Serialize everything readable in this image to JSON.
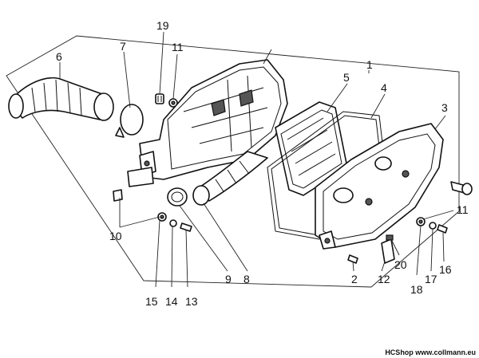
{
  "callouts": {
    "n1": "1",
    "n2": "2",
    "n3": "3",
    "n4": "4",
    "n5": "5",
    "n6": "6",
    "n7": "7",
    "n8": "8",
    "n9": "9",
    "n10": "10",
    "n11a": "11",
    "n11b": "11",
    "n12": "12",
    "n13": "13",
    "n14": "14",
    "n15": "15",
    "n16": "16",
    "n17": "17",
    "n18": "18",
    "n19": "19",
    "n20": "20"
  },
  "credit": "HCShop www.collmann.eu"
}
